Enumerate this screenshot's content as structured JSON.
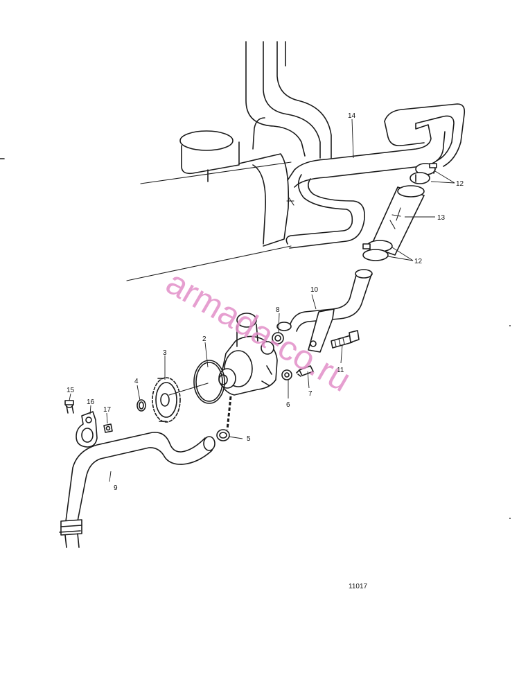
{
  "figure_number": "11017",
  "watermark": "armada-co.ru",
  "callouts": {
    "p1": "2",
    "p2": "3",
    "p3": "4",
    "p4": "5",
    "p5": "6",
    "p6": "7",
    "p7": "8",
    "p8": "9",
    "p9": "10",
    "p10": "11",
    "p11": "12",
    "p12": "12",
    "p13": "13",
    "p14": "14",
    "p15": "15",
    "p16": "16",
    "p17": "17"
  }
}
